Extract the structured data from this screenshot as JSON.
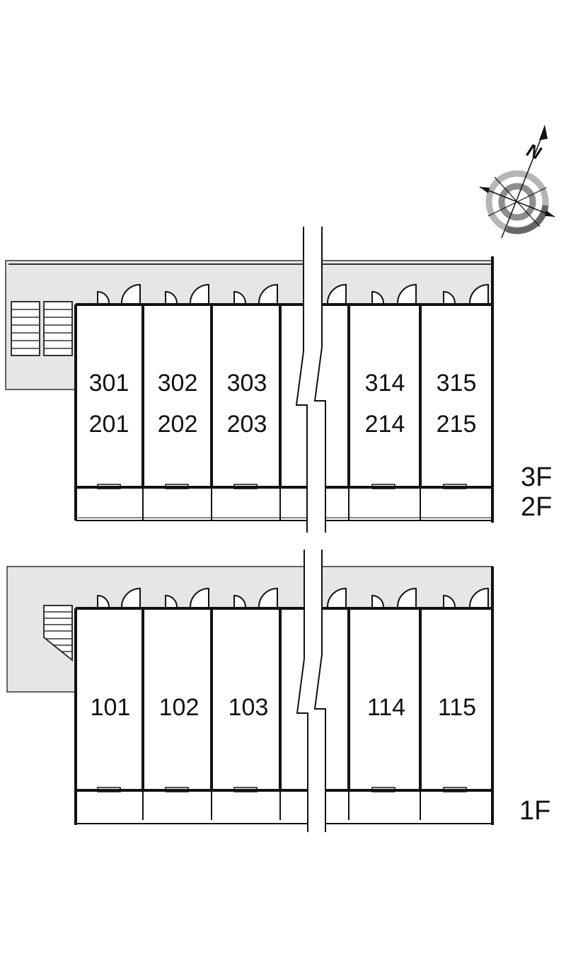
{
  "compass": {
    "north_letter": "N"
  },
  "upper_block": {
    "floor_labels": [
      "3F",
      "2F"
    ],
    "units": [
      {
        "upper": "301",
        "lower": "201"
      },
      {
        "upper": "302",
        "lower": "202"
      },
      {
        "upper": "303",
        "lower": "203"
      },
      {
        "upper": "314",
        "lower": "214"
      },
      {
        "upper": "315",
        "lower": "215"
      }
    ]
  },
  "lower_block": {
    "floor_labels": [
      "1F"
    ],
    "units": [
      {
        "number": "101"
      },
      {
        "number": "102"
      },
      {
        "number": "103"
      },
      {
        "number": "114"
      },
      {
        "number": "115"
      }
    ]
  }
}
